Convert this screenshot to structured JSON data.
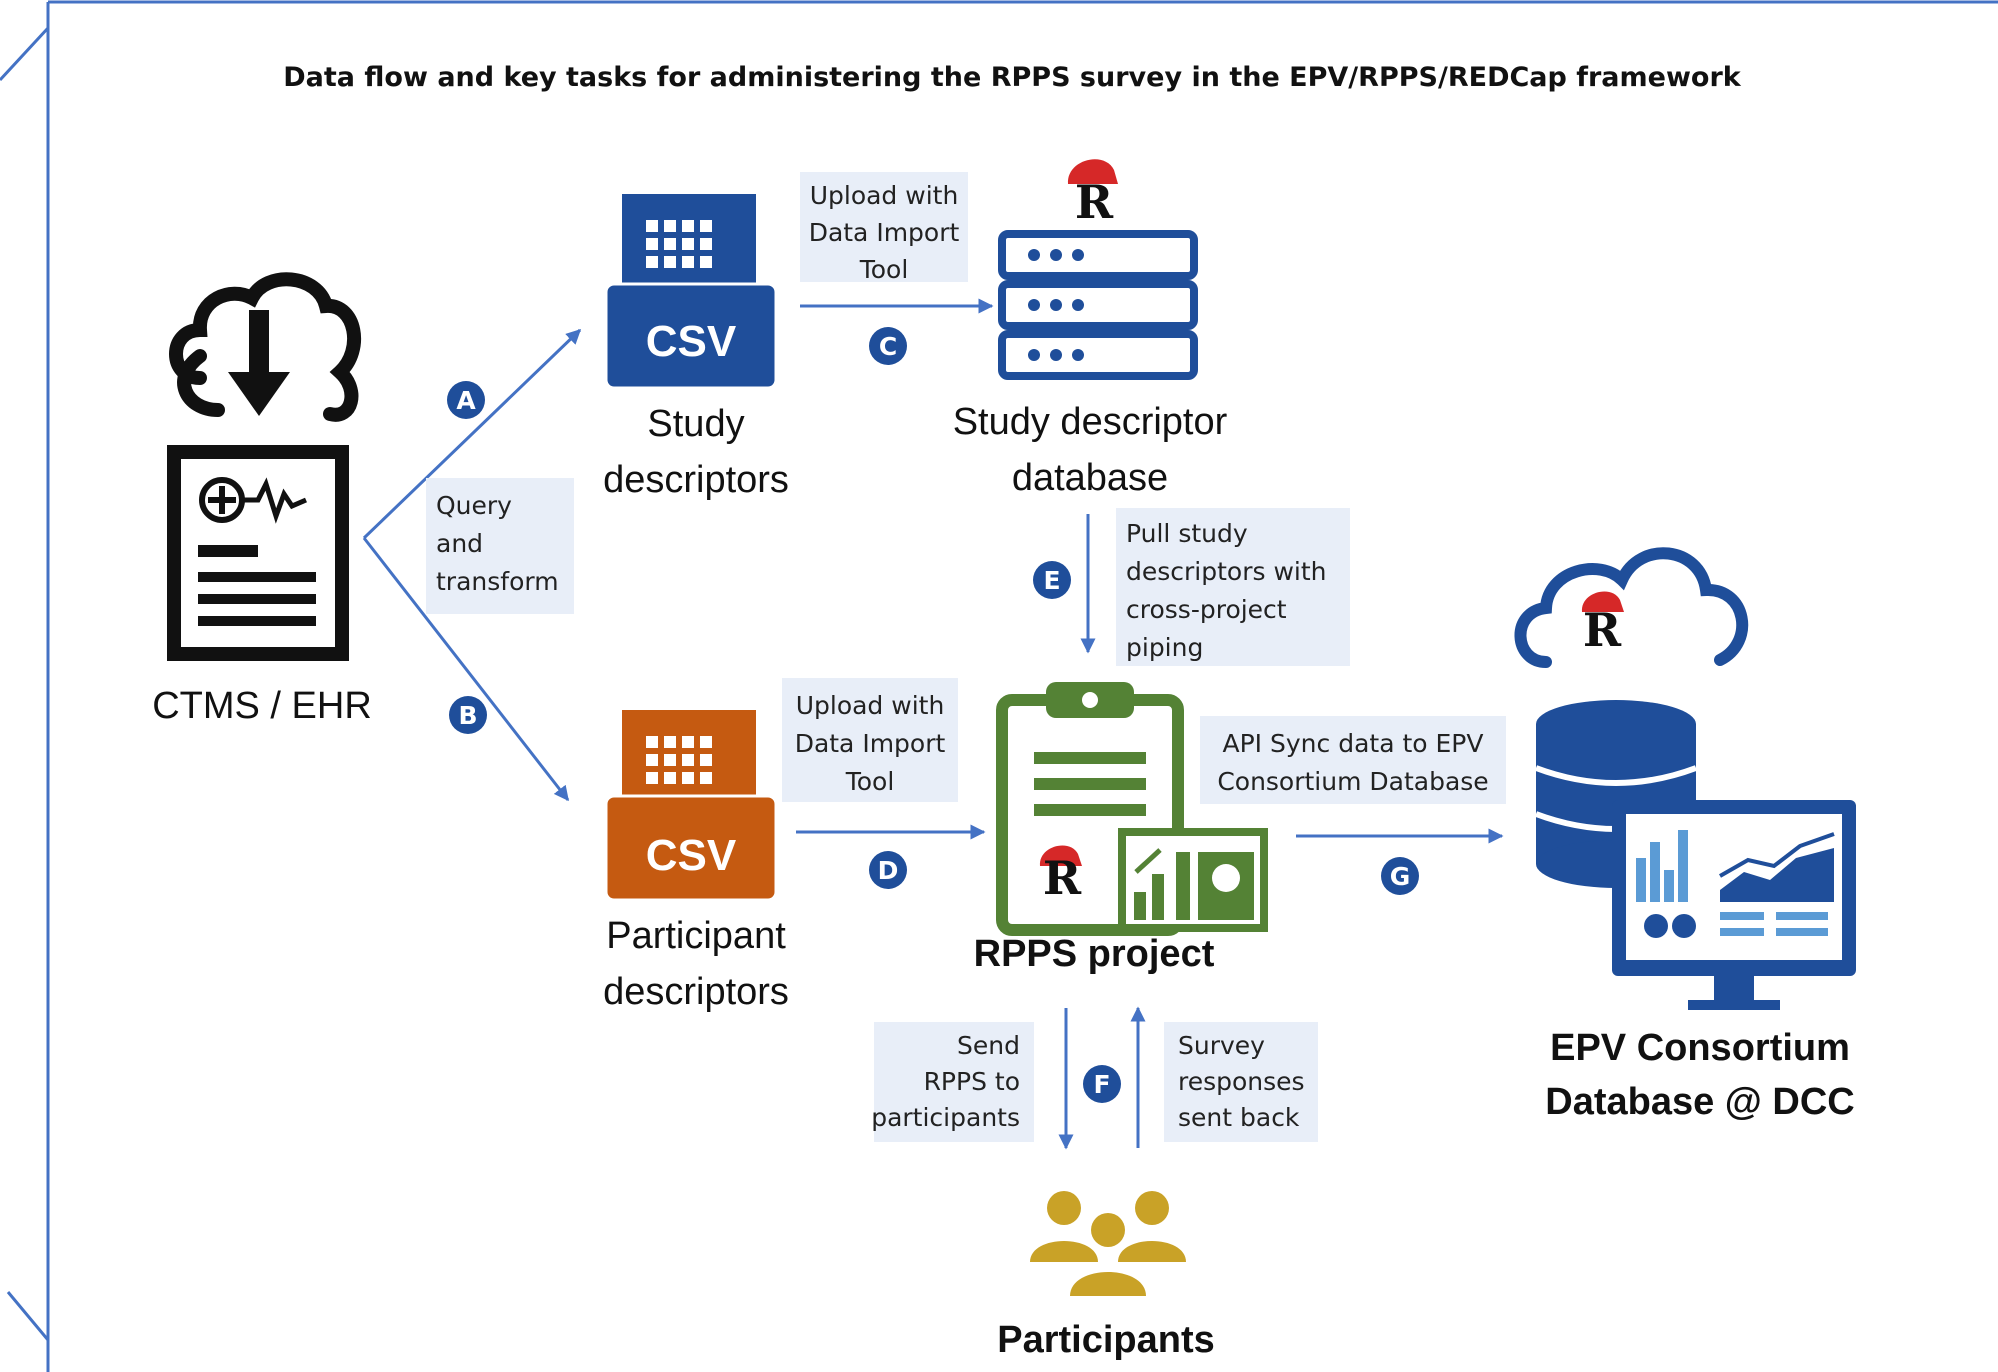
{
  "title": "Data flow and key tasks for administering the RPPS survey in the EPV/RPPS/REDCap framework",
  "colors": {
    "frame": "#4472c4",
    "flow": "#4472c4",
    "badge": "#1f4e9a",
    "study_csv": "#1f4e9a",
    "participant_csv": "#c55a11",
    "rpps_project": "#548235",
    "participants": "#c9a227",
    "annotation_bg": "#e8eef8",
    "redcap_hat": "#d62828"
  },
  "icons": {
    "ctms_ehr": "cloud-download-medical-record-icon",
    "study_descriptors": "csv-file-building-icon",
    "study_descriptor_database": "server-stack-icon",
    "participant_descriptors": "csv-file-building-icon",
    "rpps_project": "clipboard-chart-icon",
    "epv_consortium": "cloud-database-monitor-icon",
    "participants": "user-group-icon",
    "redcap": "redcap-logo-icon"
  },
  "nodes": {
    "ctms_ehr": {
      "label": "CTMS / EHR"
    },
    "study_descriptors": {
      "label_lines": [
        "Study",
        "descriptors"
      ],
      "file_type": "CSV"
    },
    "study_descriptor_database": {
      "label_lines": [
        "Study descriptor",
        "database"
      ]
    },
    "participant_descriptors": {
      "label_lines": [
        "Participant",
        "descriptors"
      ],
      "file_type": "CSV"
    },
    "rpps_project": {
      "label": "RPPS project"
    },
    "epv_consortium": {
      "label_lines": [
        "EPV Consortium",
        "Database @ DCC"
      ]
    },
    "participants": {
      "label": "Participants"
    }
  },
  "redcap_mark": "R",
  "steps": {
    "A": {
      "badge": "A"
    },
    "B": {
      "badge": "B"
    },
    "AB_note": {
      "lines": [
        "Query",
        "and",
        "transform"
      ]
    },
    "C": {
      "badge": "C",
      "lines": [
        "Upload with",
        "Data Import",
        "Tool"
      ]
    },
    "D": {
      "badge": "D",
      "lines": [
        "Upload with",
        "Data Import",
        "Tool"
      ]
    },
    "E": {
      "badge": "E",
      "lines": [
        "Pull study",
        "descriptors with",
        "cross-project",
        "piping"
      ]
    },
    "F": {
      "badge": "F",
      "send_lines": [
        "Send",
        "RPPS to",
        "participants"
      ],
      "return_lines": [
        "Survey",
        "responses",
        "sent back"
      ]
    },
    "G": {
      "badge": "G",
      "lines": [
        "API Sync data to EPV",
        "Consortium Database"
      ]
    }
  }
}
